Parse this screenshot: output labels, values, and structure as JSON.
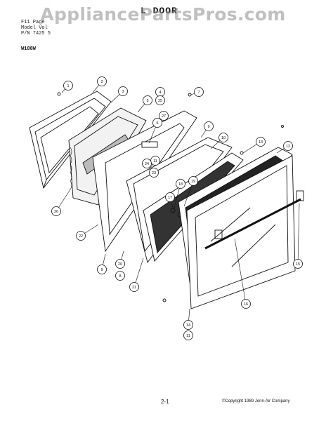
{
  "header": {
    "line1": "F11  Page",
    "line2": "Model  Vol",
    "line3": "P/N 7425 5",
    "title": "L DOOR",
    "model": "W188W"
  },
  "watermark": "AppliancePartsPros.com",
  "footer": {
    "page_number": "2-1",
    "copyright": "©Copyright 1989 Jenn-Air Company"
  },
  "callouts": [
    "1",
    "2",
    "3",
    "5",
    "4",
    "25",
    "7",
    "27",
    "6",
    "9",
    "10",
    "13",
    "12",
    "11",
    "24",
    "23",
    "18",
    "19",
    "17",
    "26",
    "22",
    "9",
    "20",
    "8",
    "21",
    "15",
    "16",
    "14",
    "11"
  ]
}
